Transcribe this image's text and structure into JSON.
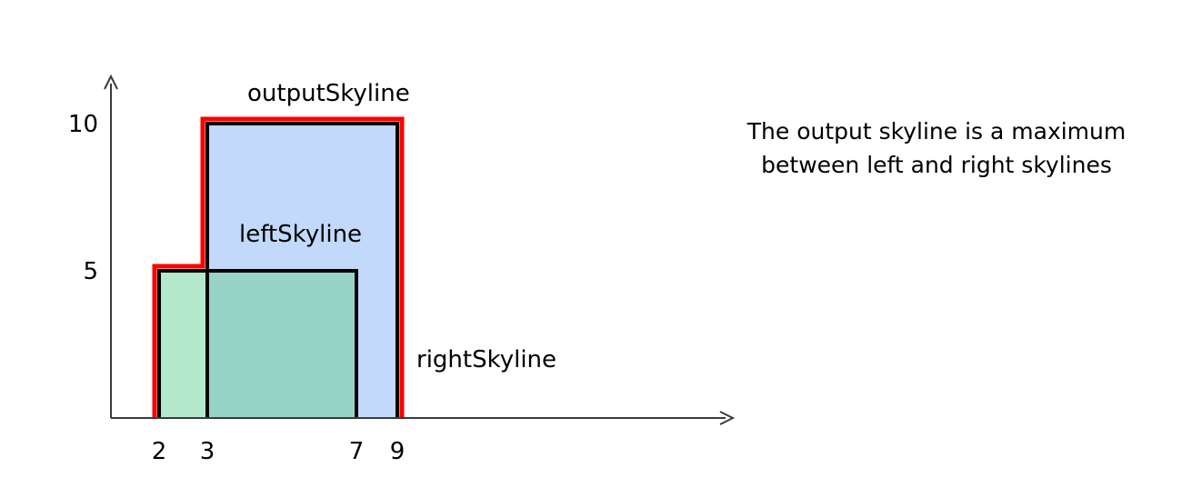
{
  "diagram": {
    "output_label": "outputSkyline",
    "left_label": "leftSkyline",
    "right_label": "rightSkyline",
    "caption_line1": "The output skyline is a maximum",
    "caption_line2": "between left and right skylines",
    "colors": {
      "output": "#ff0000",
      "left_fill": "#b3e8cb",
      "right_fill": "#c2d9fb",
      "overlap_fill": "#98d3c8",
      "outline": "#000000"
    }
  },
  "chart_data": {
    "type": "skyline",
    "x_ticks": [
      "2",
      "3",
      "7",
      "9"
    ],
    "y_ticks": [
      "5",
      "10"
    ],
    "left_skyline": {
      "x_start": 2,
      "x_end": 7,
      "height": 5
    },
    "right_skyline": {
      "x_start": 3,
      "x_end": 9,
      "height": 10
    },
    "output_skyline": [
      {
        "x": 2,
        "height": 5
      },
      {
        "x": 3,
        "height": 10
      },
      {
        "x": 9,
        "height": 0
      }
    ]
  }
}
